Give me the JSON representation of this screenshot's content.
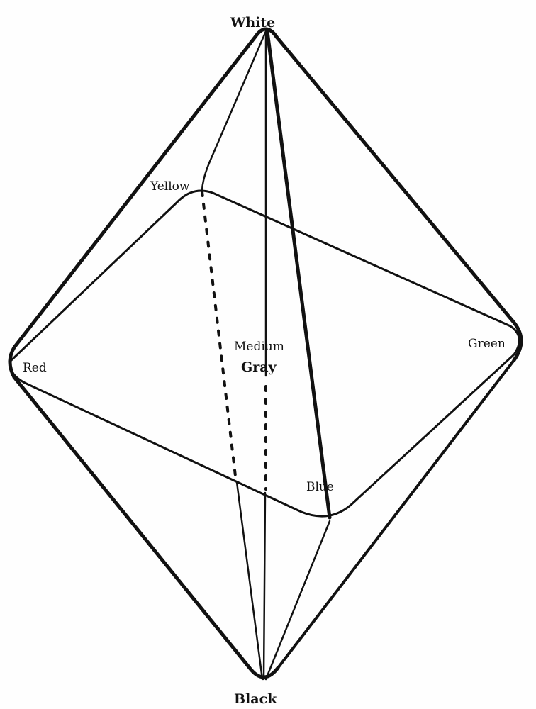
{
  "title": "Color solid double pyramid",
  "labels": {
    "white": "White",
    "black": "Black",
    "red": "Red",
    "green": "Green",
    "yellow": "Yellow",
    "blue": "Blue",
    "medium": "Medium",
    "gray": "Gray"
  },
  "colors": {
    "ink": "#111111",
    "paper": "#fefefe"
  }
}
